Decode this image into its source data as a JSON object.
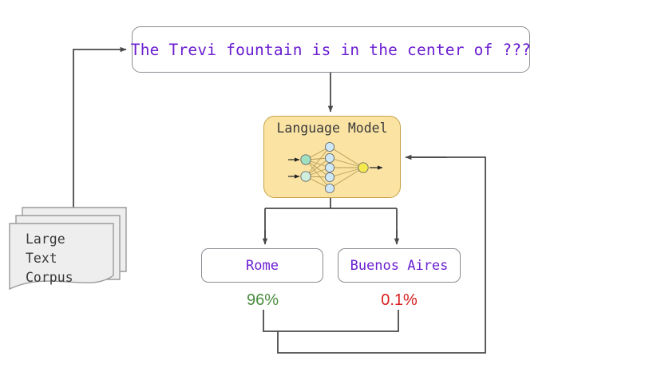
{
  "diagram": {
    "title": "Language model next-token prediction flow",
    "colors": {
      "prompt_text": "#6a1fd0",
      "box_border": "#8b8b93",
      "lm_fill": "#fae3a3",
      "lm_border": "#c8a24a",
      "wire": "#4a4a4a",
      "high_prob": "#4a8c3f",
      "low_prob": "#d81e1e",
      "corpus_fill": "#eeeeee",
      "corpus_border": "#9a9a9a",
      "node_input": "#9fe0c0",
      "node_hidden": "#cfe8f8",
      "node_output": "#f5e94e",
      "edge": "#b79b55"
    }
  },
  "prompt": {
    "text": "The Trevi fountain is in the center of ???"
  },
  "model": {
    "title": "Language Model",
    "network": {
      "input_nodes": 2,
      "hidden_nodes": 5,
      "output_nodes": 1
    }
  },
  "corpus": {
    "label": "Large\nText\nCorpus",
    "sheets": 3
  },
  "outputs": [
    {
      "label": "Rome",
      "probability": "96%",
      "color": "#4a8c3f"
    },
    {
      "label": "Buenos Aires",
      "probability": "0.1%",
      "color": "#d81e1e"
    }
  ],
  "edges": [
    {
      "from": "corpus",
      "to": "prompt",
      "kind": "arrow"
    },
    {
      "from": "prompt",
      "to": "model",
      "kind": "arrow"
    },
    {
      "from": "model",
      "to": "output-rome",
      "kind": "arrow"
    },
    {
      "from": "model",
      "to": "output-buenos-aires",
      "kind": "arrow"
    },
    {
      "from": "outputs",
      "to": "model",
      "kind": "feedback-arrow"
    }
  ]
}
